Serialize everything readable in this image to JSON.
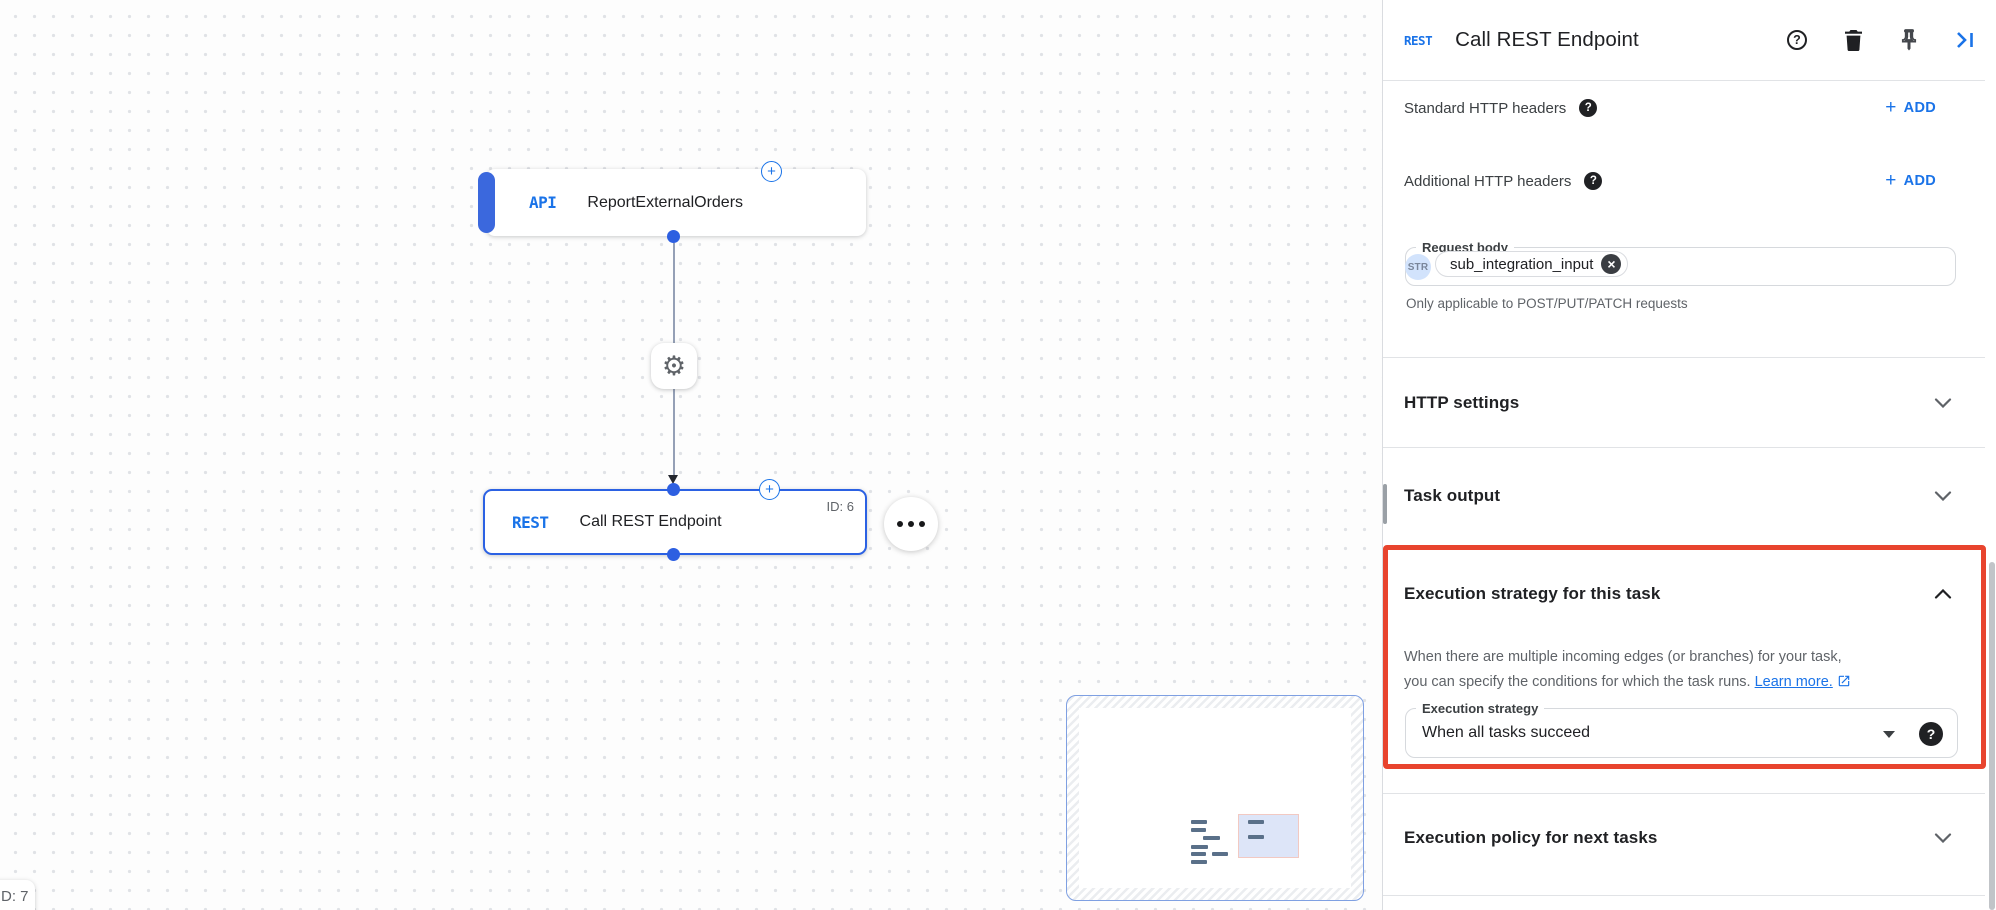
{
  "colors": {
    "accent_blue": "#1a73e8",
    "node_border_blue": "#2b61e3",
    "highlight_red": "#e8442e",
    "text_primary": "#202124",
    "text_secondary": "#5f6368"
  },
  "canvas": {
    "trigger_node": {
      "badge": "API",
      "title": "ReportExternalOrders"
    },
    "rest_node": {
      "badge": "REST",
      "title": "Call REST Endpoint",
      "id_label": "ID: 6"
    },
    "partial_node": {
      "id_label": "D: 7"
    }
  },
  "panel": {
    "header": {
      "badge": "REST",
      "title": "Call REST Endpoint"
    },
    "standard_headers": {
      "label": "Standard HTTP headers",
      "add_label": "ADD"
    },
    "additional_headers": {
      "label": "Additional HTTP headers",
      "add_label": "ADD"
    },
    "request_body": {
      "label": "Request body",
      "type_chip": "STR",
      "value": "sub_integration_input",
      "helper": "Only applicable to POST/PUT/PATCH requests"
    },
    "http_settings": {
      "label": "HTTP settings"
    },
    "task_output": {
      "label": "Task output"
    },
    "execution_strategy": {
      "title": "Execution strategy for this task",
      "description_line1": "When there are multiple incoming edges (or branches) for your task,",
      "description_line2": "you can specify the conditions for which the task runs.",
      "learn_more": "Learn more.",
      "field_label": "Execution strategy",
      "field_value": "When all tasks succeed"
    },
    "execution_policy": {
      "label": "Execution policy for next tasks"
    }
  }
}
